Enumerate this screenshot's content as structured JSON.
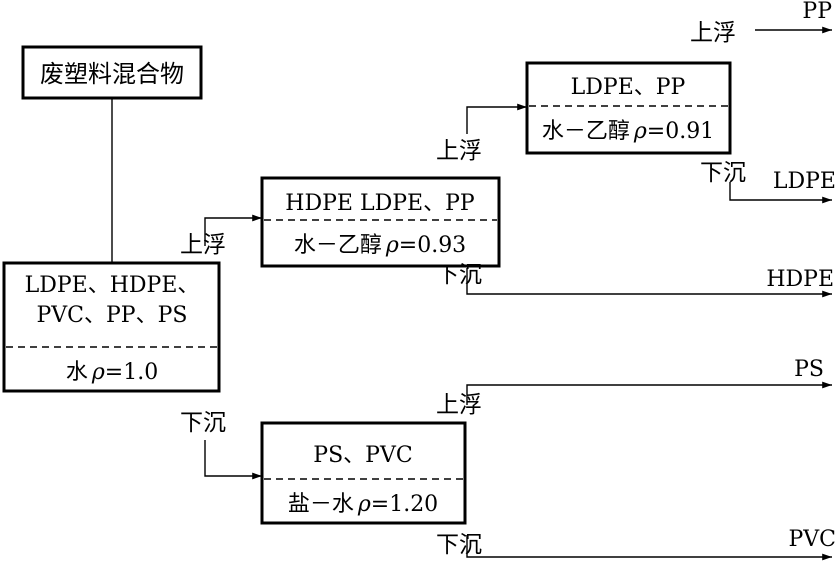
{
  "source": {
    "label": "废塑料混合物"
  },
  "stage1": {
    "materials_line1": "LDPE、HDPE、",
    "materials_line2": "PVC、PP、PS",
    "medium": "水",
    "rho_symbol": "ρ",
    "density": "=1.0"
  },
  "stage2_float": {
    "materials": "HDPE  LDPE、PP",
    "medium": "水－乙醇",
    "rho_symbol": "ρ",
    "density": "=0.93"
  },
  "stage2_sink": {
    "materials": "PS、PVC",
    "medium": "盐－水",
    "rho_symbol": "ρ",
    "density": "=1.20"
  },
  "stage3_float": {
    "materials": "LDPE、PP",
    "medium": "水－乙醇",
    "rho_symbol": "ρ",
    "density": "=0.91"
  },
  "labels": {
    "float": "上浮",
    "sink": "下沉"
  },
  "products": {
    "pp": "PP",
    "ldpe": "LDPE",
    "hdpe": "HDPE",
    "ps": "PS",
    "pvc": "PVC"
  }
}
